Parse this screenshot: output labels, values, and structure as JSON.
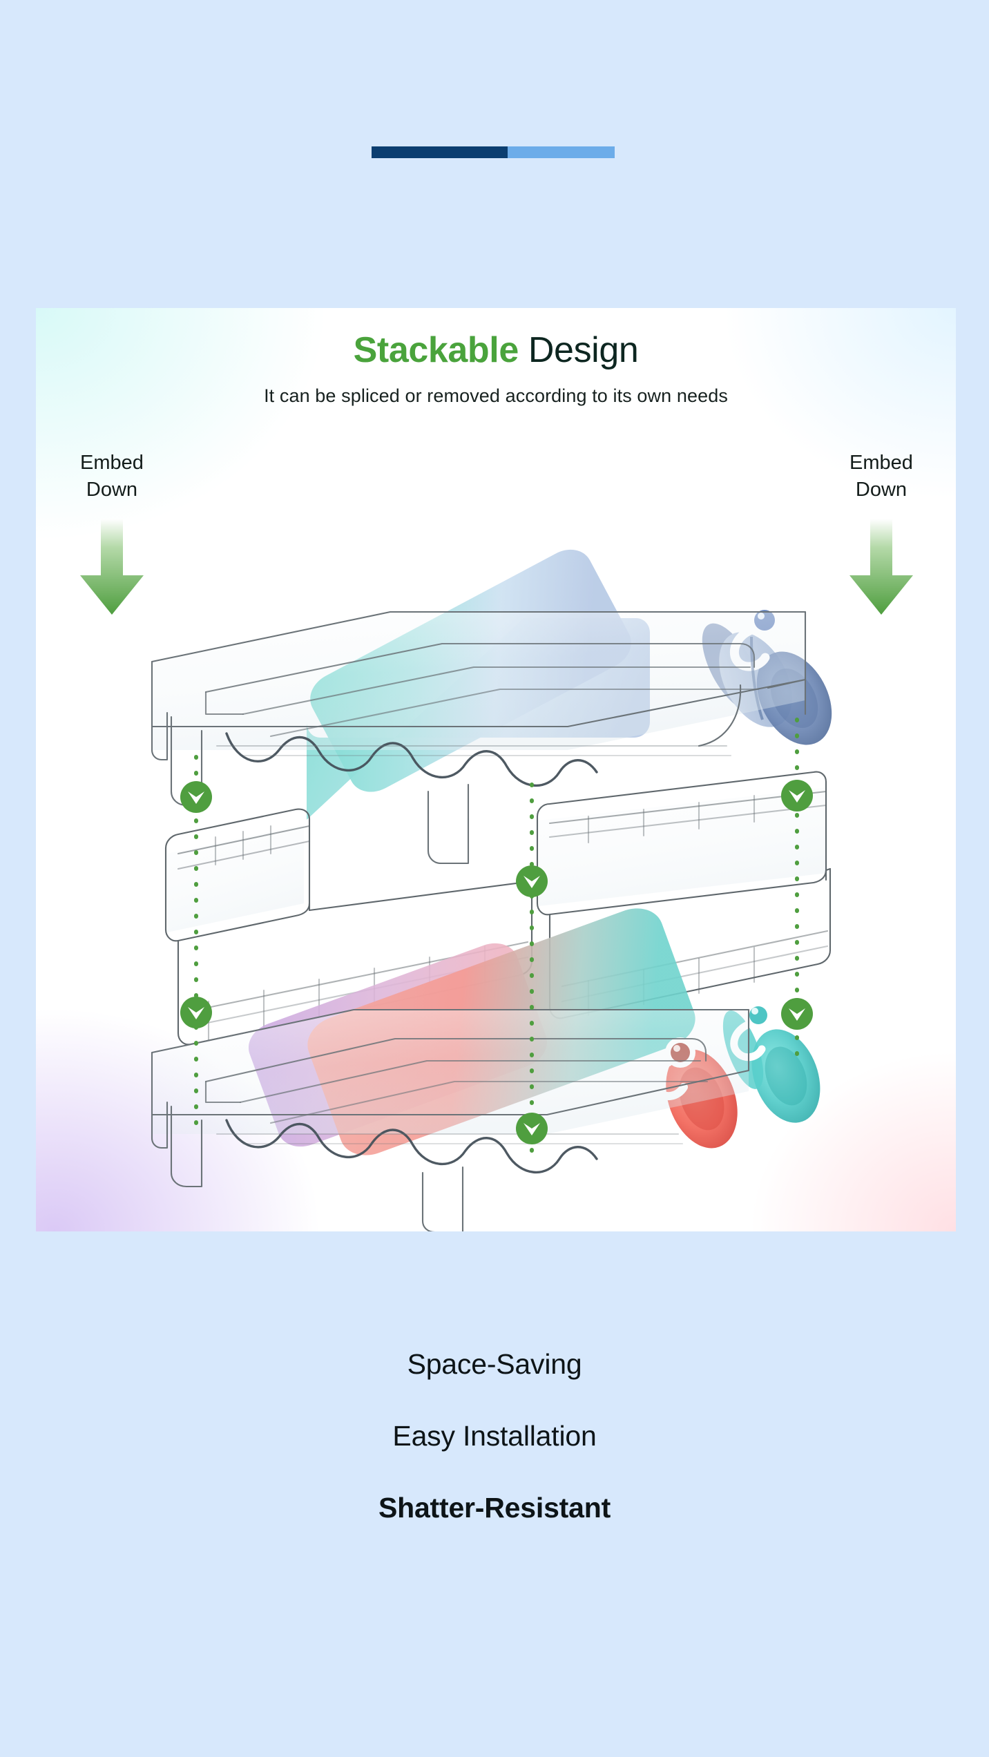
{
  "page": {
    "background_color": "#d7e8fc"
  },
  "progress": {
    "name": "page-progress-indicator",
    "filled_color": "#0b3e70",
    "track_color": "#6cace9",
    "filled_percent": 56
  },
  "card": {
    "title_highlight": "Stackable",
    "title_rest": " Design",
    "highlight_color": "#4aa33c",
    "subtitle": "It can be spliced or removed according to its own needs",
    "background_color": "#ffffff"
  },
  "callouts": [
    {
      "id": "left",
      "label": "Embed\nDown",
      "arrow": "down-arrow-icon",
      "arrow_color": "#4f9e3f"
    },
    {
      "id": "right",
      "label": "Embed\nDown",
      "arrow": "down-arrow-icon",
      "arrow_color": "#4f9e3f"
    }
  ],
  "illustration": {
    "name": "stackable-bottle-rack-exploded-diagram",
    "alt": "Exploded view of a clear acrylic stackable water bottle organizer with three tiers, showing a teal-to-blue gradient bottle on the top shelf and pink, coral and teal bottles on the bottom shelf, with green dotted guide lines and chevron markers indicating how tiers embed downward.",
    "marker_icon": "chevron-down-badge-icon",
    "marker_color": "#4f9e3f",
    "guide_line_color": "#4f9e3f",
    "bottles": [
      {
        "name": "bottle-top-teal-blue",
        "colors": [
          "#7fdcd0",
          "#c9dff3",
          "#8ba6d6"
        ]
      },
      {
        "name": "bottle-bottom-lavender",
        "colors": [
          "#c7a9e0",
          "#f2b6c6"
        ]
      },
      {
        "name": "bottle-bottom-coral",
        "colors": [
          "#f39b94",
          "#7fd6cf",
          "#f2695c"
        ]
      },
      {
        "name": "bottle-bottom-teal",
        "colors": [
          "#6ddcd8",
          "#4fc8c6"
        ]
      }
    ]
  },
  "benefits": [
    "Space-Saving",
    "Easy Installation",
    "Shatter-Resistant"
  ]
}
